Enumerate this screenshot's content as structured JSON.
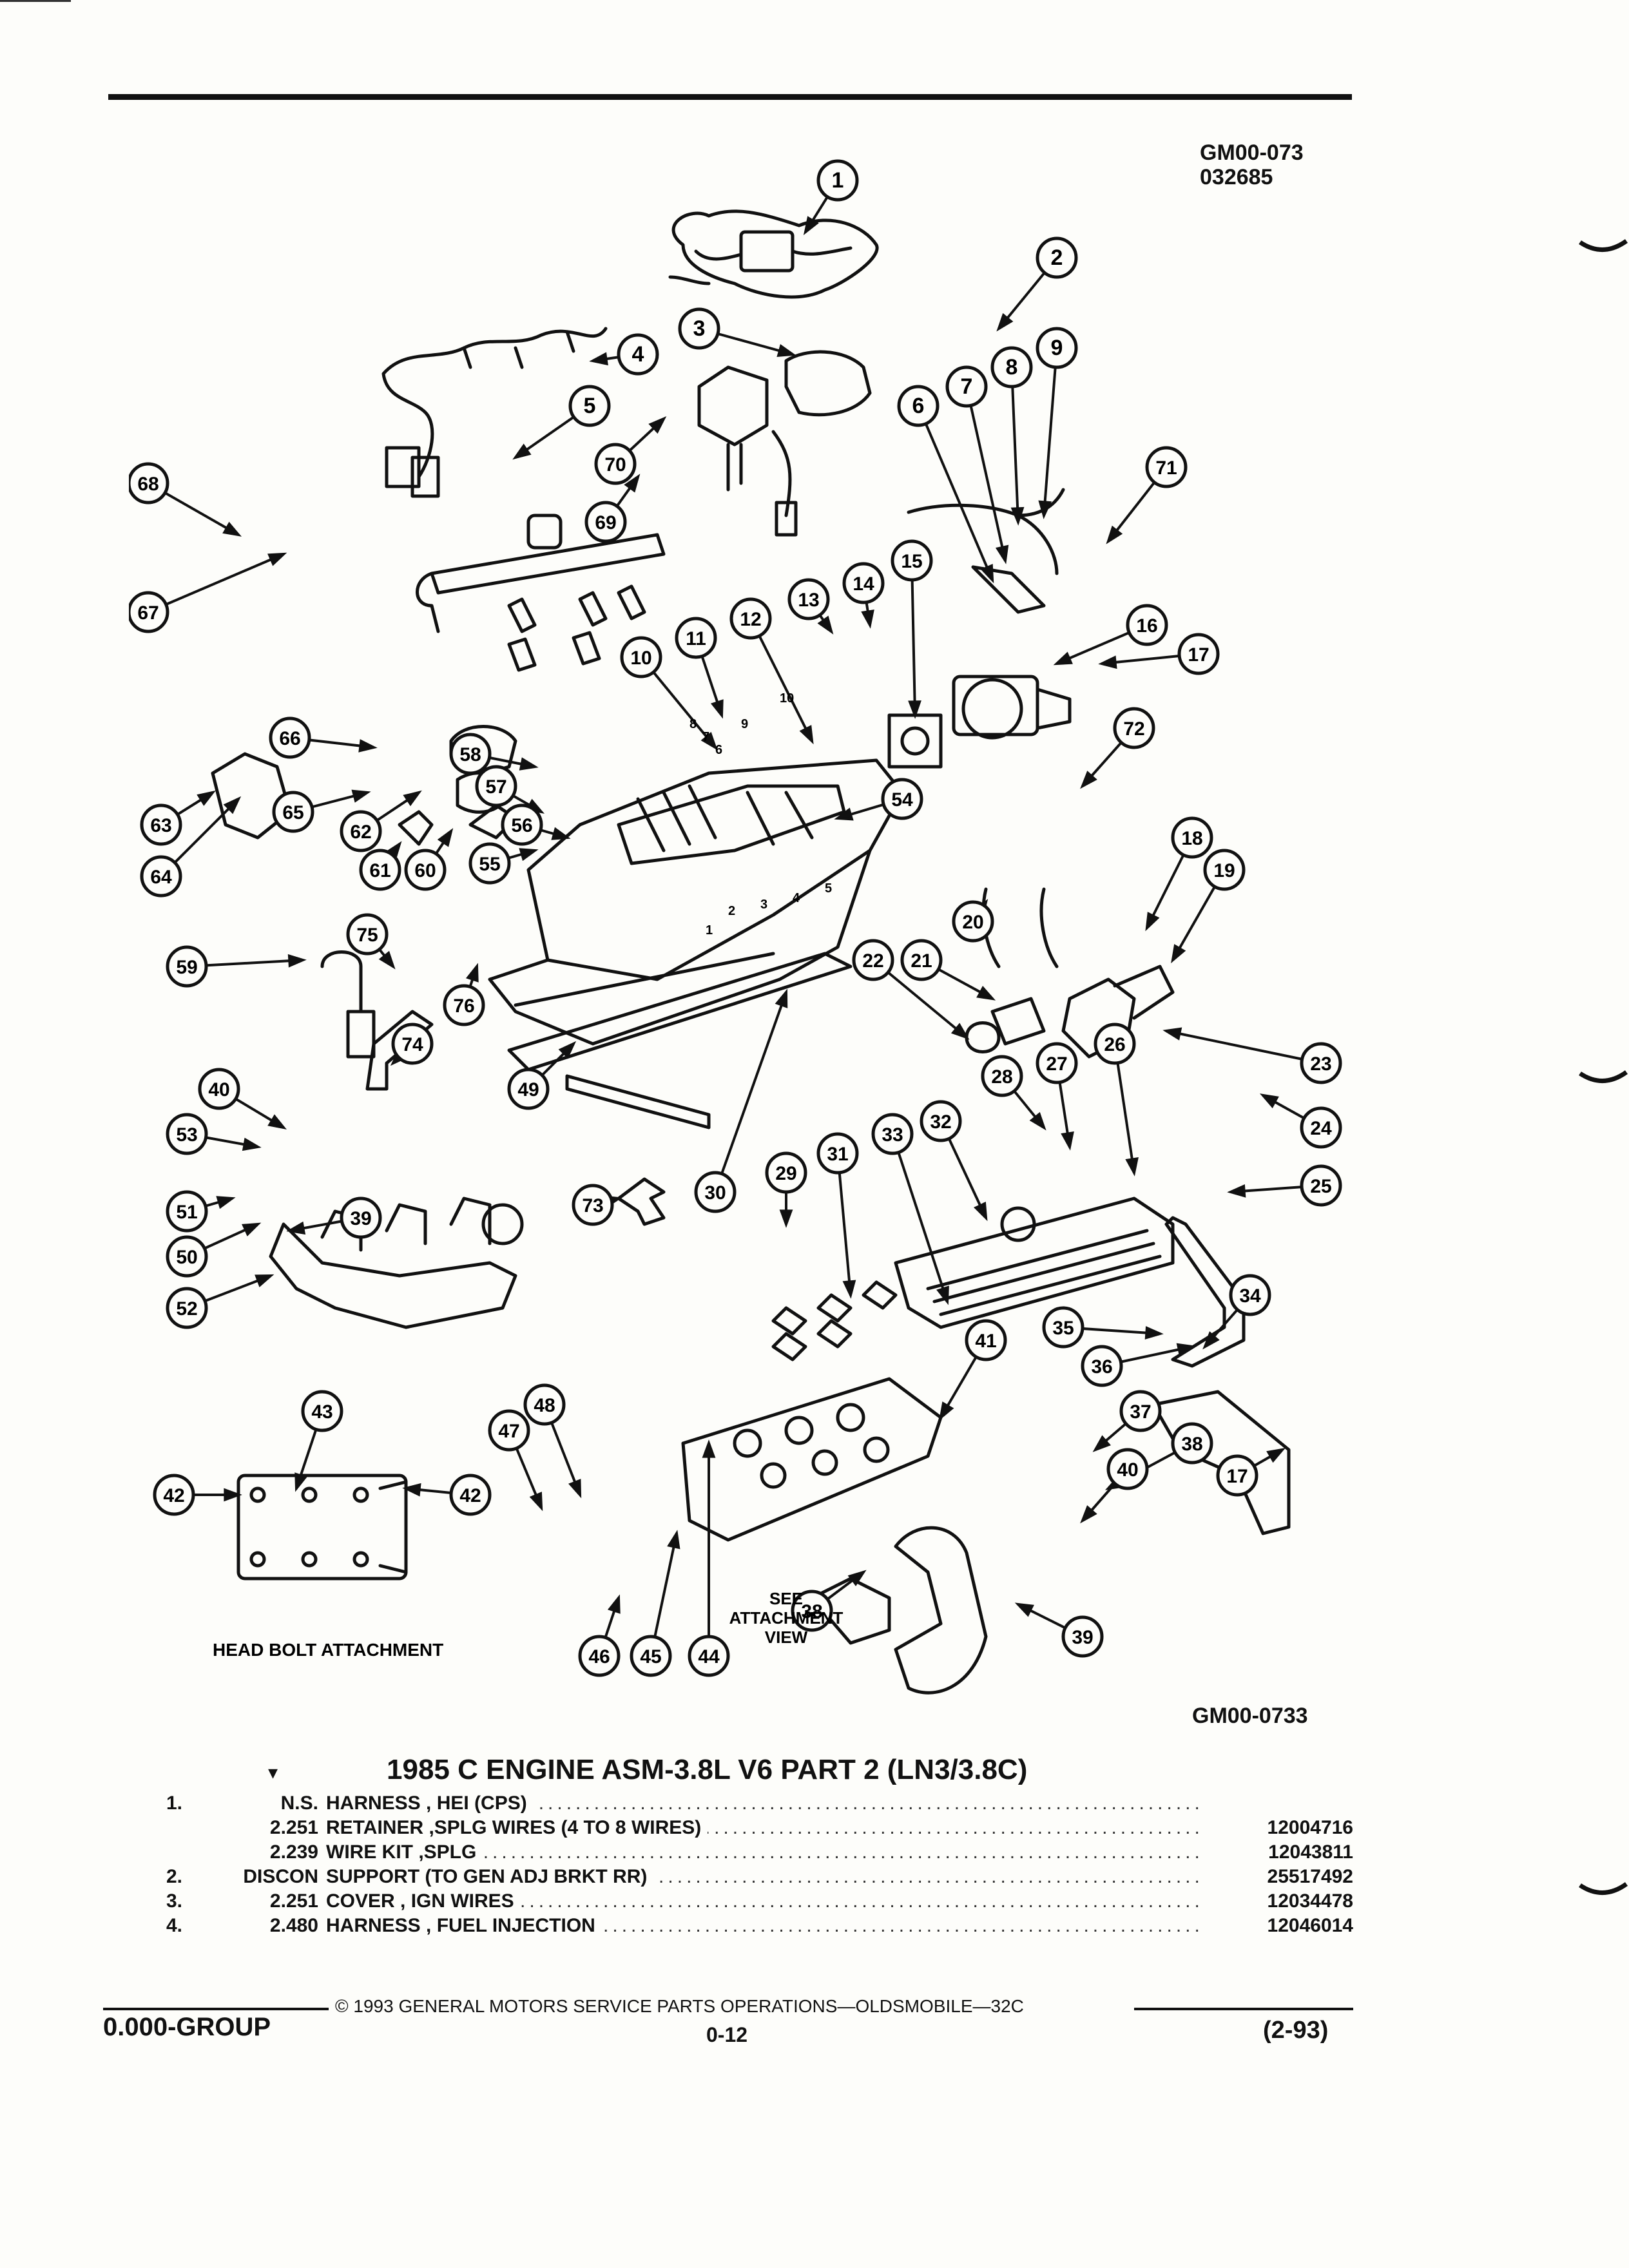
{
  "figure": {
    "code_top_1": "GM00-073",
    "code_top_2": "032685",
    "code_bottom": "GM00-0733"
  },
  "diagram_labels": {
    "head_bolt_attachment": "HEAD BOLT ATTACHMENT",
    "see": "SEE",
    "attachment": "ATTACHMENT",
    "view": "VIEW"
  },
  "callouts": [
    "1",
    "2",
    "3",
    "4",
    "5",
    "6",
    "7",
    "8",
    "9",
    "10",
    "11",
    "12",
    "13",
    "14",
    "15",
    "16",
    "17",
    "18",
    "19",
    "20",
    "21",
    "22",
    "23",
    "24",
    "25",
    "26",
    "27",
    "28",
    "29",
    "30",
    "31",
    "32",
    "33",
    "34",
    "35",
    "36",
    "37",
    "38",
    "39",
    "40",
    "41",
    "42",
    "43",
    "44",
    "45",
    "46",
    "47",
    "48",
    "49",
    "50",
    "51",
    "52",
    "53",
    "54",
    "55",
    "56",
    "57",
    "58",
    "59",
    "60",
    "61",
    "62",
    "63",
    "64",
    "65",
    "66",
    "67",
    "68",
    "69",
    "70",
    "71",
    "72",
    "73",
    "74",
    "75",
    "76"
  ],
  "manifold_marks": [
    "1",
    "2",
    "3",
    "4",
    "5",
    "6",
    "7",
    "8",
    "9",
    "10"
  ],
  "parts_list": {
    "title": "1985 C ENGINE ASM-3.8L V6 PART 2 (LN3/3.8C)",
    "bullet": "▾",
    "rows": [
      {
        "num": "1.",
        "code": "N.S.",
        "desc": "HARNESS , HEI (CPS)",
        "pn": ""
      },
      {
        "num": "",
        "code": "2.251",
        "desc": "RETAINER ,SPLG WIRES (4 TO 8 WIRES)",
        "pn": "12004716"
      },
      {
        "num": "",
        "code": "2.239",
        "desc": "WIRE KIT ,SPLG",
        "pn": "12043811"
      },
      {
        "num": "2.",
        "code": "DISCON",
        "desc": "SUPPORT (TO GEN ADJ BRKT RR)",
        "pn": "25517492"
      },
      {
        "num": "3.",
        "code": "2.251",
        "desc": "COVER , IGN WIRES",
        "pn": "12034478"
      },
      {
        "num": "4.",
        "code": "2.480",
        "desc": "HARNESS , FUEL INJECTION",
        "pn": "12046014"
      }
    ]
  },
  "footer": {
    "copyright": "© 1993 GENERAL MOTORS SERVICE PARTS OPERATIONS—OLDSMOBILE—32C",
    "group": "0.000-GROUP",
    "page": "0-12",
    "date": "(2-93)"
  }
}
